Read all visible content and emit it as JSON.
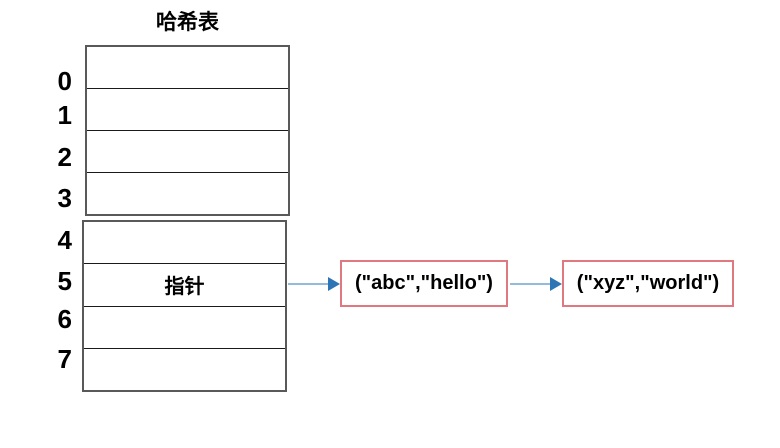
{
  "title": "哈希表",
  "table": {
    "rows": [
      {
        "index": "0",
        "content": ""
      },
      {
        "index": "1",
        "content": ""
      },
      {
        "index": "2",
        "content": ""
      },
      {
        "index": "3",
        "content": ""
      },
      {
        "index": "4",
        "content": ""
      },
      {
        "index": "5",
        "content": "指针"
      },
      {
        "index": "6",
        "content": ""
      },
      {
        "index": "7",
        "content": ""
      }
    ]
  },
  "nodes": [
    {
      "label": "(\"abc\",\"hello\")"
    },
    {
      "label": "(\"xyz\",\"world\")"
    }
  ],
  "colors": {
    "node_border": "#e0797f",
    "arrow_line": "#94badd",
    "arrow_head": "#2e75b6",
    "table_outer": "#595959",
    "table_divider": "#1a1a1a",
    "text_color": "#000000",
    "bg": "#ffffff"
  }
}
